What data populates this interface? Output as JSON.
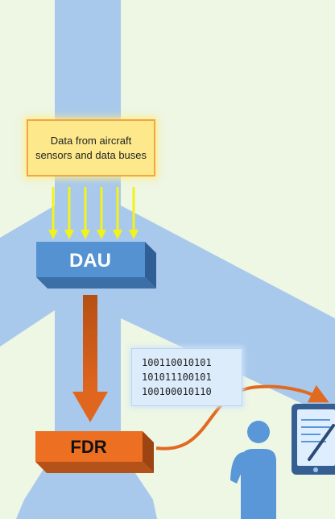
{
  "source": {
    "label": "Data from aircraft sensors and data buses"
  },
  "dau": {
    "label": "DAU"
  },
  "fdr": {
    "label": "FDR"
  },
  "binary_lines": [
    "100110010101",
    "101011100101",
    "100100010110"
  ],
  "icons": [
    "aircraft-silhouette",
    "person-icon",
    "tablet-device-icon"
  ],
  "colors": {
    "background": "#eef6e4",
    "aircraft": "#a9c9ec",
    "source_fill": "#fde98c",
    "source_border": "#f2a640",
    "sensor_arrows": "#f2f21c",
    "dau_face": "#5592d2",
    "dau_side": "#2f5f94",
    "fdr_face": "#ec6f22",
    "fdr_side": "#9c4412",
    "flow_arrow": "#c95a1a",
    "person": "#5a97d8",
    "binary_box": "#dcecfb"
  }
}
